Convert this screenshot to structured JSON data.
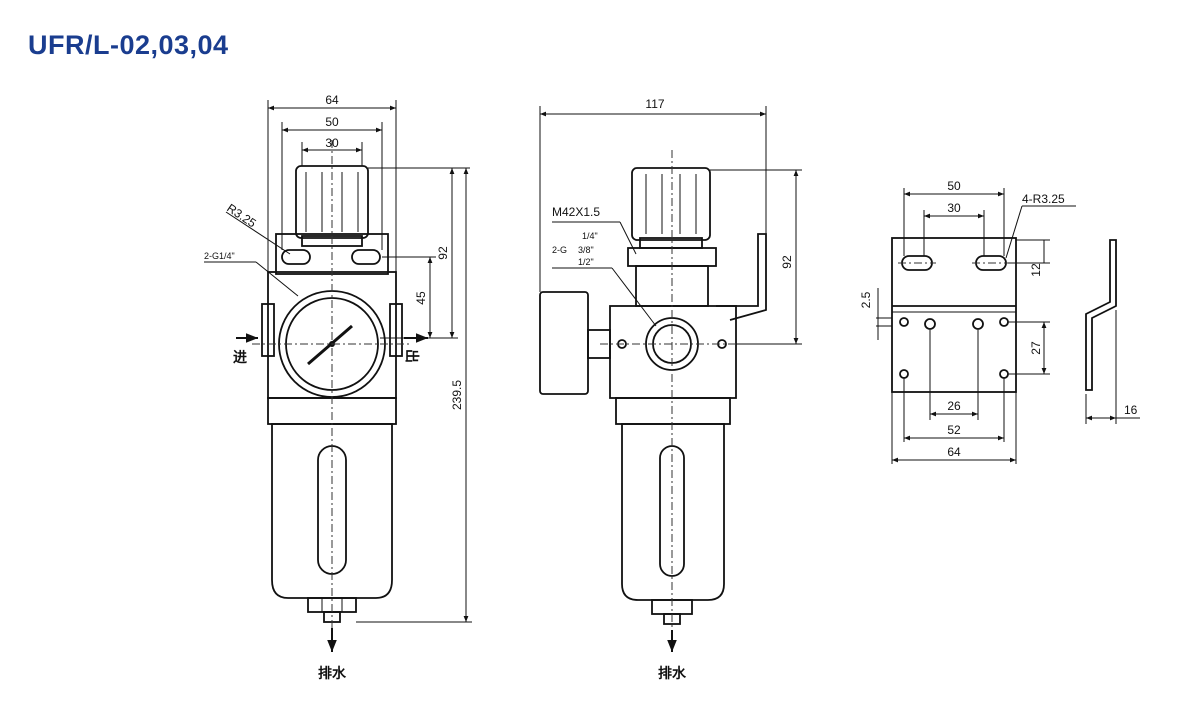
{
  "title": "UFR/L-02,03,04",
  "colors": {
    "title": "#1a3d8f",
    "line": "#111111",
    "background": "#ffffff"
  },
  "front_view": {
    "dim_width_outer": "64",
    "dim_width_mid": "50",
    "dim_width_inner": "30",
    "dim_radius": "R3.25",
    "port_label": "2-G1/4\"",
    "dim_height_knob": "92",
    "dim_height_port": "45",
    "dim_height_total": "239.5",
    "inlet_label": "进",
    "outlet_label": "出",
    "drain_label": "排水"
  },
  "side_view": {
    "dim_width": "117",
    "thread_label": "M42X1.5",
    "port_prefix": "2-G",
    "port_sizes": [
      "1/4\"",
      "3/8\"",
      "1/2\""
    ],
    "dim_height_knob": "92",
    "drain_label": "排水"
  },
  "bracket_view": {
    "dim_slot_outer": "50",
    "dim_slot_inner": "30",
    "radius_label": "4-R3.25",
    "dim_top_offset": "12",
    "dim_thickness": "2.5",
    "dim_hole_pitch_v": "27",
    "dim_hole_pitch_inner": "26",
    "dim_hole_pitch_outer": "52",
    "dim_plate_width": "64",
    "dim_flange": "16"
  }
}
